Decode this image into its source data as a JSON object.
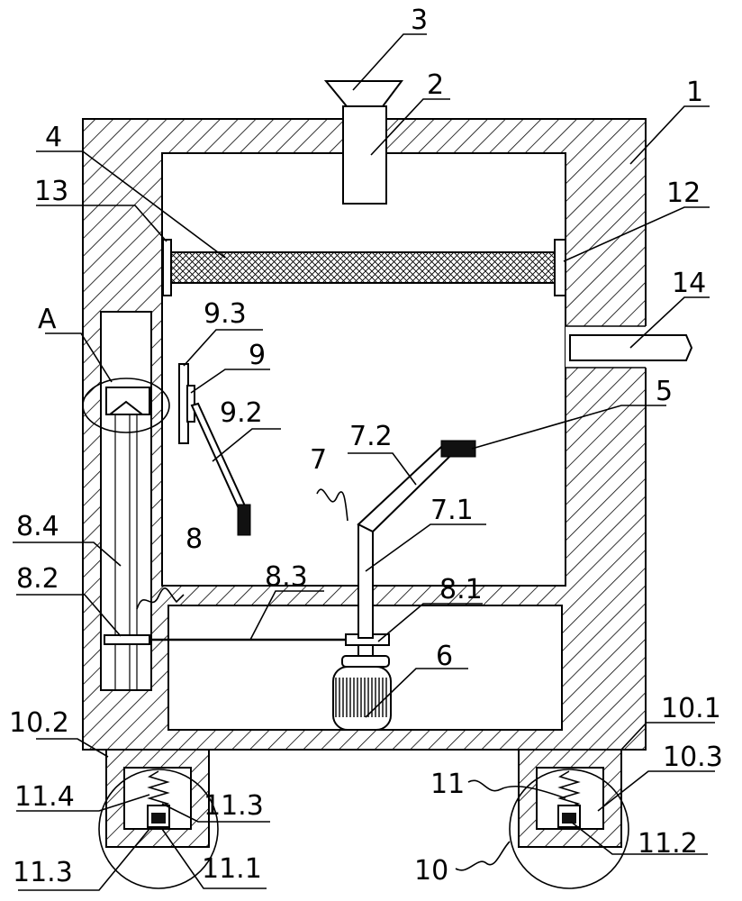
{
  "labels": {
    "l1": "1",
    "l2": "2",
    "l3": "3",
    "l4": "4",
    "l5": "5",
    "l6": "6",
    "l7": "7",
    "l7_1": "7.1",
    "l7_2": "7.2",
    "l8": "8",
    "l8_1": "8.1",
    "l8_2": "8.2",
    "l8_3": "8.3",
    "l8_4": "8.4",
    "l9": "9",
    "l9_2": "9.2",
    "l9_3": "9.3",
    "l10": "10",
    "l10_1": "10.1",
    "l10_2": "10.2",
    "l10_3": "10.3",
    "l11": "11",
    "l11_1": "11.1",
    "l11_2": "11.2",
    "l11_3a": "11.3",
    "l11_3b": "11.3",
    "l11_4": "11.4",
    "l12": "12",
    "l13": "13",
    "l14": "14",
    "lA": "A"
  }
}
